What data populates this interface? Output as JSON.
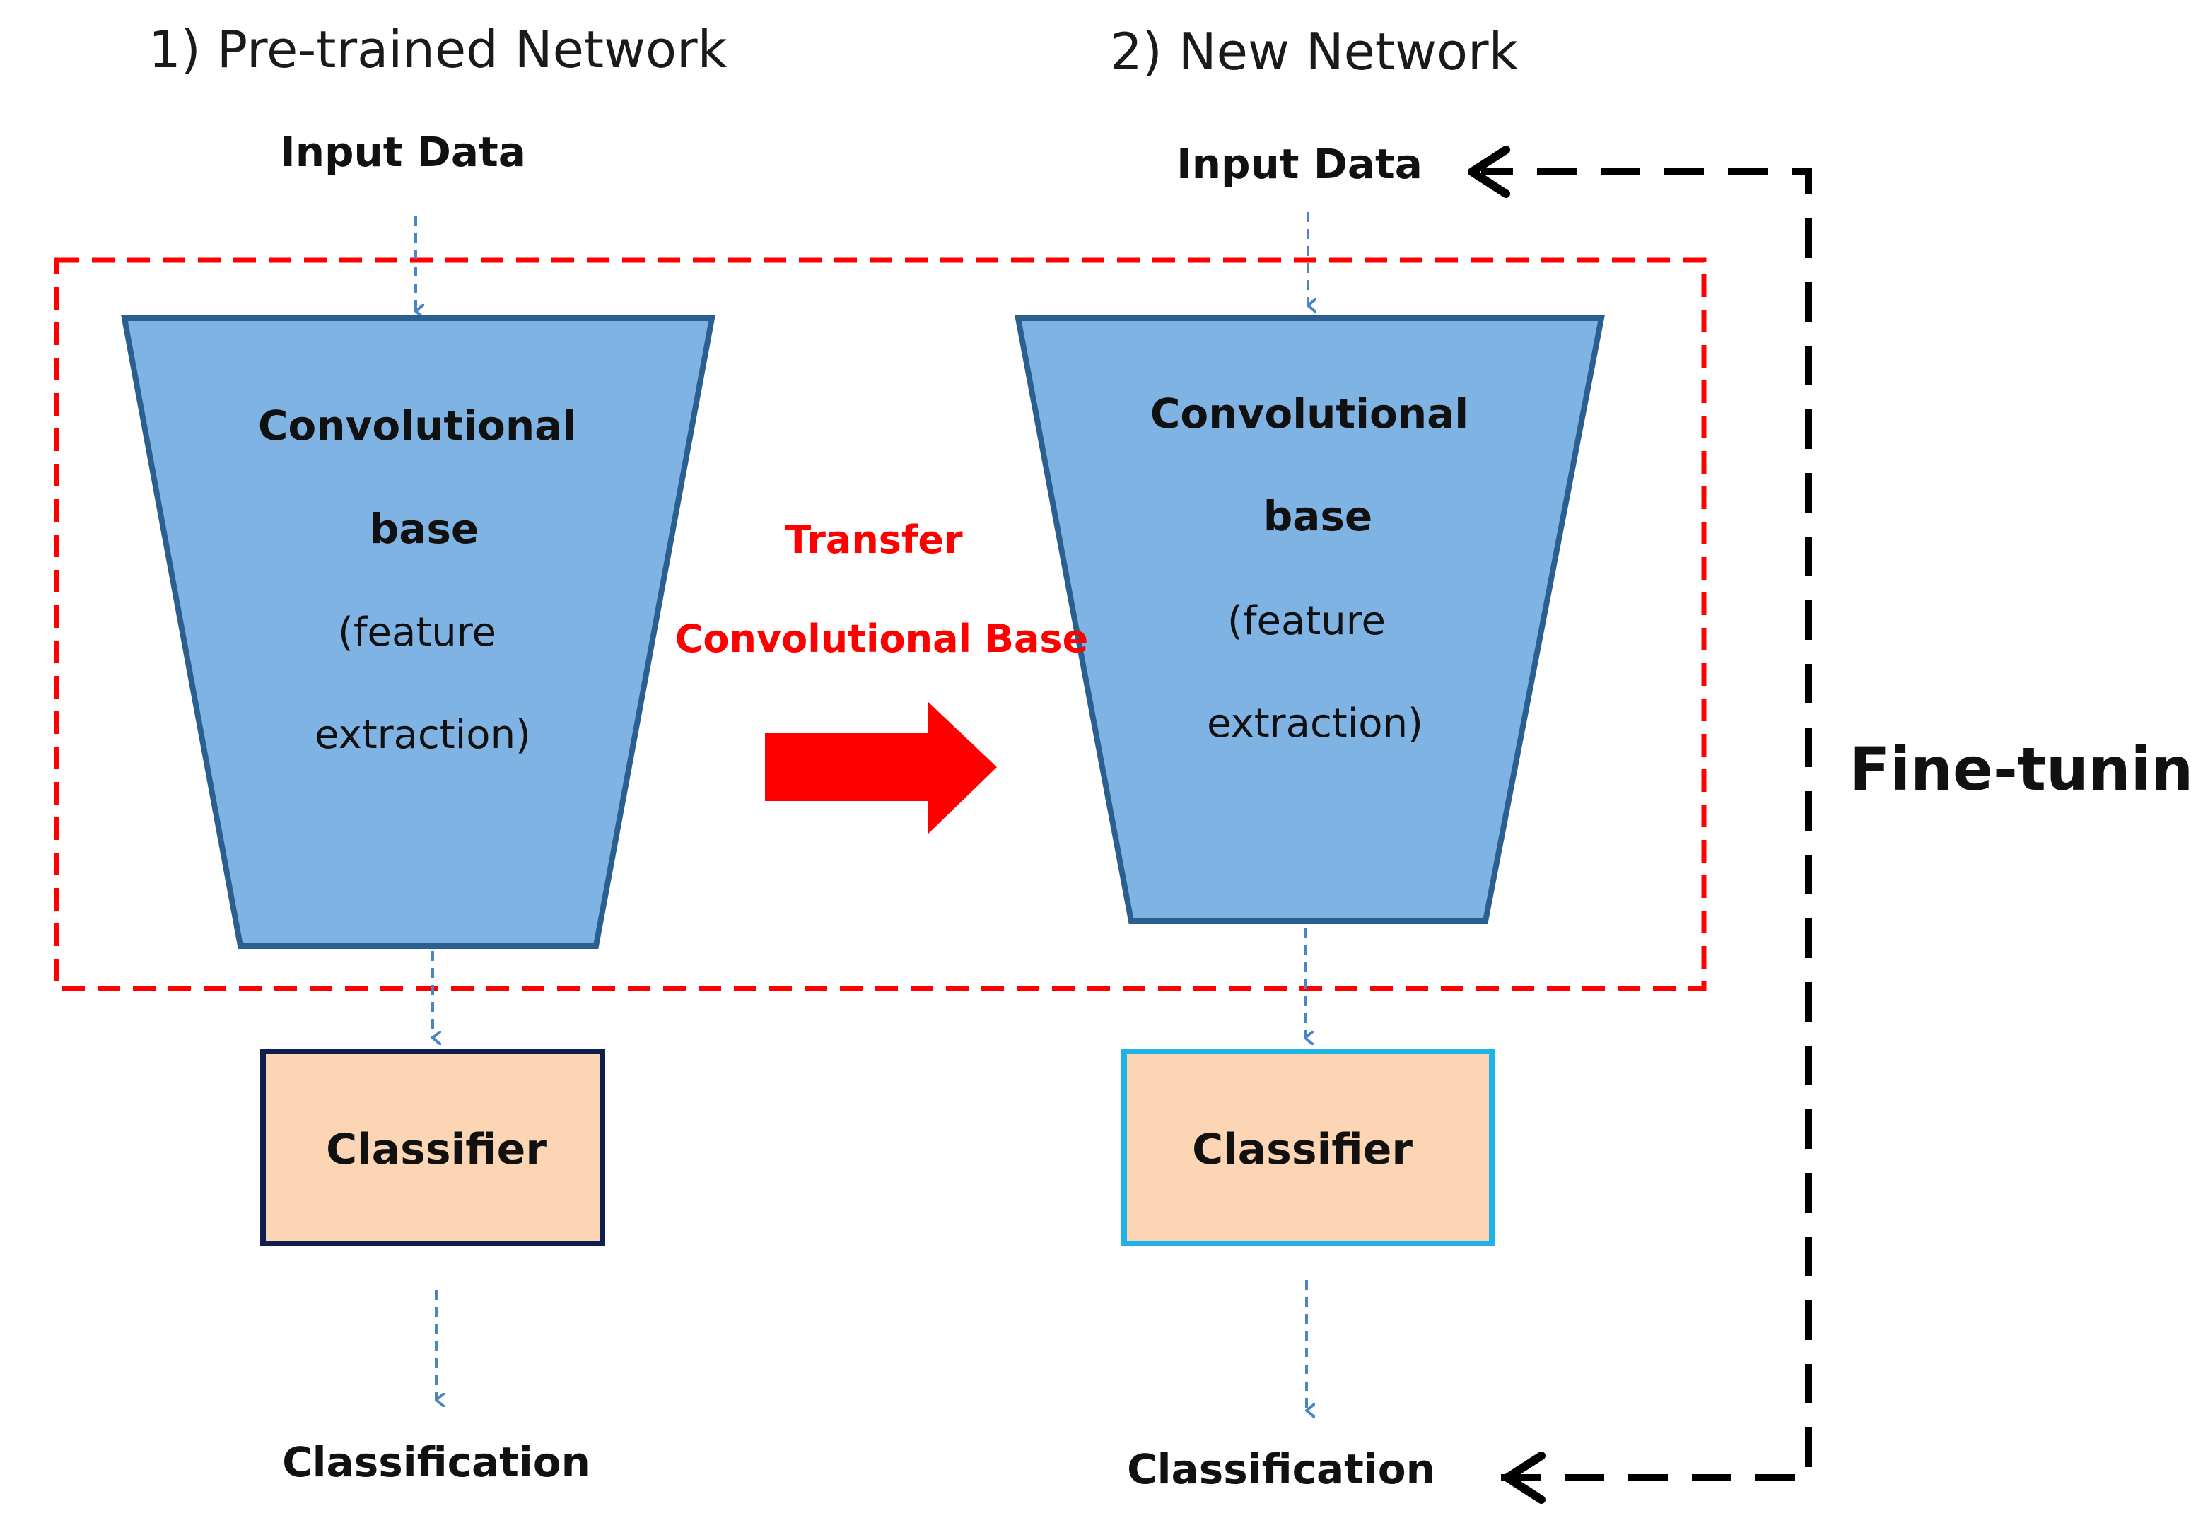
{
  "left": {
    "title": "1) Pre-trained Network",
    "input": "Input Data",
    "base_line1": "Convolutional",
    "base_line2": "base",
    "base_line3": "(feature",
    "base_line4": "extraction)",
    "classifier": "Classifier",
    "output": "Classification"
  },
  "right": {
    "title": "2) New Network",
    "input": "Input Data",
    "base_line1": "Convolutional",
    "base_line2": "base",
    "base_line3": "(feature",
    "base_line4": "extraction)",
    "classifier": "Classifier",
    "output": "Classification"
  },
  "transfer": {
    "line1": "Transfer",
    "line2": "Convolutional Base"
  },
  "fine_tuning": "Fine-tuning",
  "colors": {
    "trapezoid_fill": "#7fb3e3",
    "trapezoid_stroke": "#2a5f8f",
    "classifier_fill": "#fcd5b4",
    "left_classifier_border": "#0f1e4d",
    "right_classifier_border": "#1fb2e6",
    "red": "#ff0000",
    "flow_arrow": "#4a86c5"
  }
}
